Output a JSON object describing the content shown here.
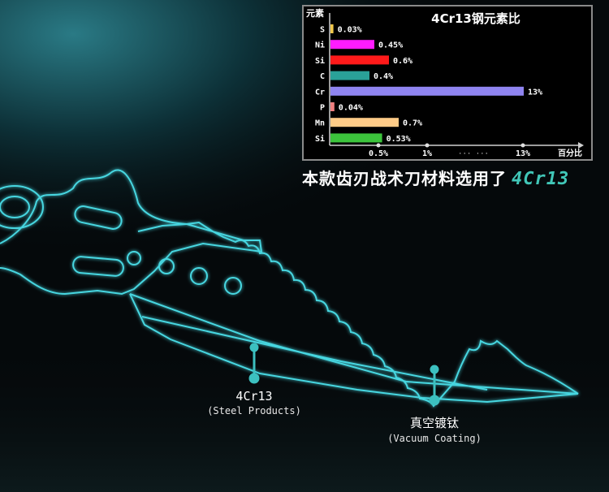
{
  "chart_data": {
    "type": "bar",
    "title": "4Cr13钢元素比",
    "ylabel": "元素",
    "xlabel": "百分比",
    "categories": [
      "S",
      "Ni",
      "Si",
      "C",
      "Cr",
      "P",
      "Mn",
      "Si"
    ],
    "values": [
      0.03,
      0.45,
      0.6,
      0.4,
      13,
      0.04,
      0.7,
      0.53
    ],
    "value_labels": [
      "0.03%",
      "0.45%",
      "0.6%",
      "0.4%",
      "13%",
      "0.04%",
      "0.7%",
      "0.53%"
    ],
    "colors": [
      "#f2c94c",
      "#ff1cff",
      "#ff1a1a",
      "#2aa198",
      "#8f84f0",
      "#f08080",
      "#ffcc88",
      "#3cc43c"
    ],
    "x_ticks": [
      "0.5%",
      "1%",
      "13%"
    ],
    "x_break": "··· ···",
    "grid": false,
    "legend": "none"
  },
  "caption": {
    "text": "本款齿刃战术刀材料选用了",
    "highlight": "4Cr13"
  },
  "callouts": [
    {
      "title": "4Cr13",
      "subtitle": "(Steel Products)"
    },
    {
      "title": "真空镀钛",
      "subtitle": "(Vacuum Coating)"
    }
  ],
  "colors": {
    "accent": "#41c7b8",
    "outline": "#46d6e0",
    "background": "#05090b"
  }
}
